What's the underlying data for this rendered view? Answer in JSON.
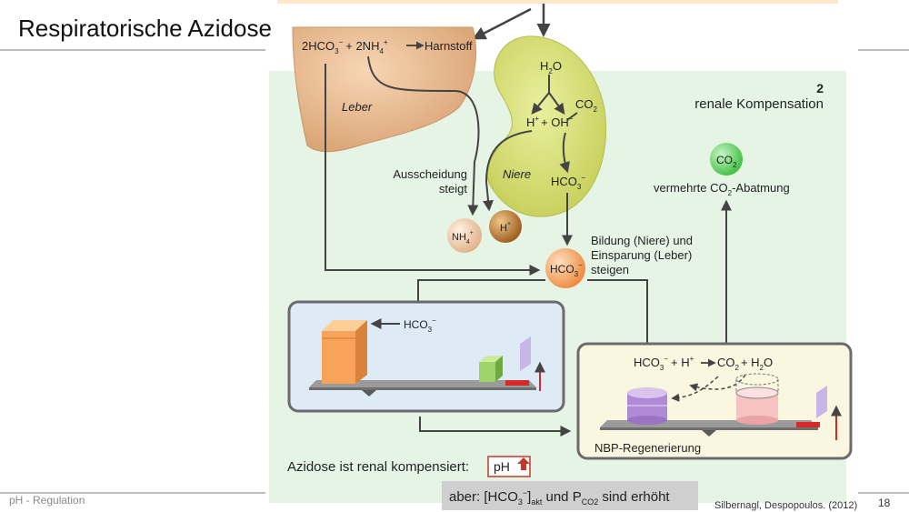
{
  "slide": {
    "title": "Respiratorische Azidose",
    "footer_left": "pH - Regulation",
    "credit": "Silbernagl, Despopoulos. (2012)",
    "page_number": "18"
  },
  "diagram": {
    "liver_equation_a": "2HCO",
    "liver_equation_b": "+ 2NH",
    "liver_equation_c": "Harnstoff",
    "liver_label": "Leber",
    "kidney_label": "Niere",
    "water": "H",
    "water_o": "O",
    "co2_c": "CO",
    "h_oh": "H",
    "h_oh_rest": "+ OH",
    "kidney_hco3": "HCO",
    "ausscheidung_line1": "Ausscheidung",
    "ausscheidung_line2": "steigt",
    "nh4_ball": "NH",
    "h_ball": "H",
    "hco3_ball": "HCO",
    "bildung_line1": "Bildung (Niere) und",
    "bildung_line2": "Einsparung (Leber)",
    "bildung_line3": "steigen",
    "panel_number": "2",
    "panel_title": "renale Kompensation",
    "co2_ball": "CO",
    "abatmung_a": "vermehrte CO",
    "abatmung_b": "-Abatmung",
    "balance_hco3": "HCO",
    "reaction_a": "HCO",
    "reaction_b": "+  H",
    "reaction_c": "CO",
    "reaction_d": "+ H",
    "reaction_e": "O",
    "nbp_label": "NBP-Regenerierung",
    "compensated": "Azidose ist renal kompensiert:",
    "ph_label": "pH",
    "aber_a": "aber: [HCO",
    "aber_b": "]",
    "aber_akt": "akt",
    "aber_c": " und P",
    "aber_co2": "CO2",
    "aber_d": " sind erhöht",
    "sub_2": "2",
    "sub_3": "3",
    "sub_4": "4",
    "sup_minus": "−",
    "sup_plus": "+"
  },
  "colors": {
    "panel_bg": "#e6f4e6",
    "liver": "#e9bd93",
    "kidney": "#d8de72",
    "hco3_ball": "#f2a05b",
    "co2_ball": "#6fd06f",
    "left_box": "#dfeaf7",
    "right_box": "#fbf6df",
    "ph_box": "#c0392b",
    "aber_box": "#cfcfcf"
  }
}
